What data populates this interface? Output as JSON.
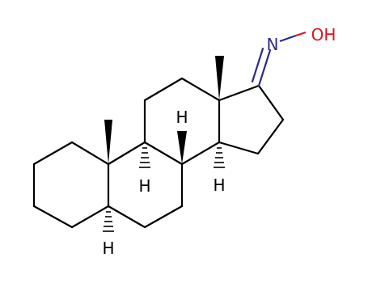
{
  "atoms": {
    "h_c5": "H",
    "h_c9": "H",
    "h_c8": "H",
    "h_c14": "H",
    "n": "N",
    "oh": "OH"
  },
  "colors": {
    "bond": "#000000",
    "nitrogen": "#2b2b8f",
    "oxygen": "#e0141c",
    "hydrogen": "#000000"
  }
}
